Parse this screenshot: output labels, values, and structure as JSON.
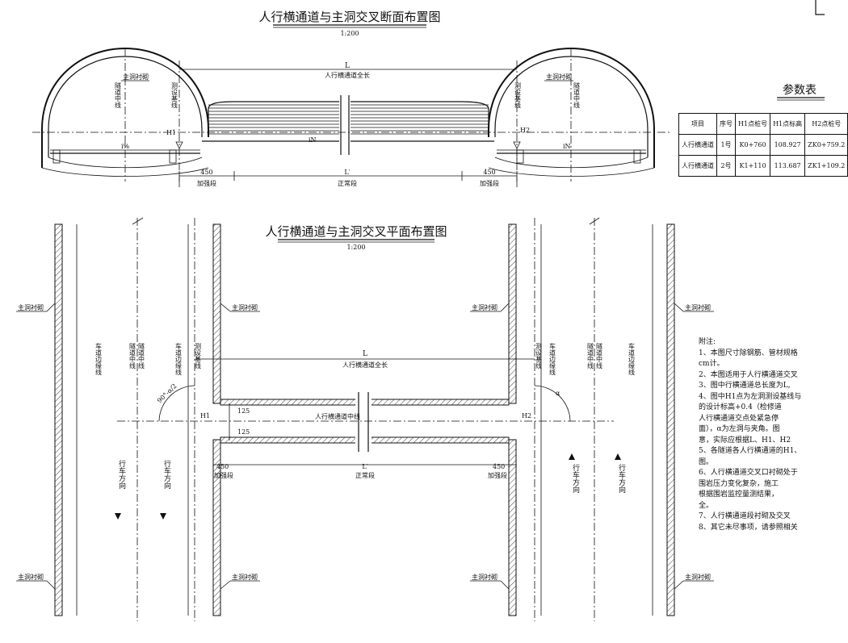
{
  "section_title": "人行横通道与主洞交叉断面布置图",
  "section_scale": "1:200",
  "plan_title": "人行横通道与主洞交叉平面布置图",
  "plan_scale": "1:200",
  "labels": {
    "L": "L",
    "L_prime": "L′",
    "full_length": "人行横通道全长",
    "lining": "主洞衬砌",
    "tunnel_center": "隧道中线",
    "survey_baseline": "测设基线",
    "lane_edge": "车道边缘线",
    "travel_dir": "行车方向",
    "h1": "H1",
    "h2": "H2",
    "i_pct": "i%",
    "i_n": "iN",
    "d450": "450",
    "reinforced": "加强段",
    "normal": "正常段",
    "center_line": "人行横通道中线",
    "w125a": "125",
    "w125b": "125",
    "angle": "90°-α/2",
    "alpha": "α"
  },
  "params": {
    "title": "参数表",
    "headers": [
      "项目",
      "序号",
      "H1点桩号",
      "H1点标高",
      "H2点桩号"
    ],
    "rows": [
      [
        "人行横通道",
        "1号",
        "K0+760",
        "108.927",
        "ZK0+759.2"
      ],
      [
        "人行横通道",
        "2号",
        "K1+110",
        "113.687",
        "ZK1+109.2"
      ]
    ]
  },
  "notes": {
    "heading": "附注:",
    "lines": [
      "1、本图尺寸除钢筋、管材规格",
      "   cm计。",
      "2、本图适用于人行横通道交叉",
      "3、图中行横通道总长度为L,",
      "4、图中H1点为左洞测设基线与",
      "   的设计标高+0.4（检修道",
      "   人行横通道交点处紧急停",
      "   面），α为左洞与夹角。图",
      "   意，实际应根据L、H1、H2",
      "5、各隧道各人行横通道的H1、",
      "   图。",
      "6、人行横通道交叉口衬砌处于",
      "   围岩压力变化复杂，施工",
      "   根据围岩监控量测结果，",
      "   全。",
      "7、人行横通道段衬砌及交叉",
      "8、其它未尽事项，请参照相关"
    ]
  }
}
